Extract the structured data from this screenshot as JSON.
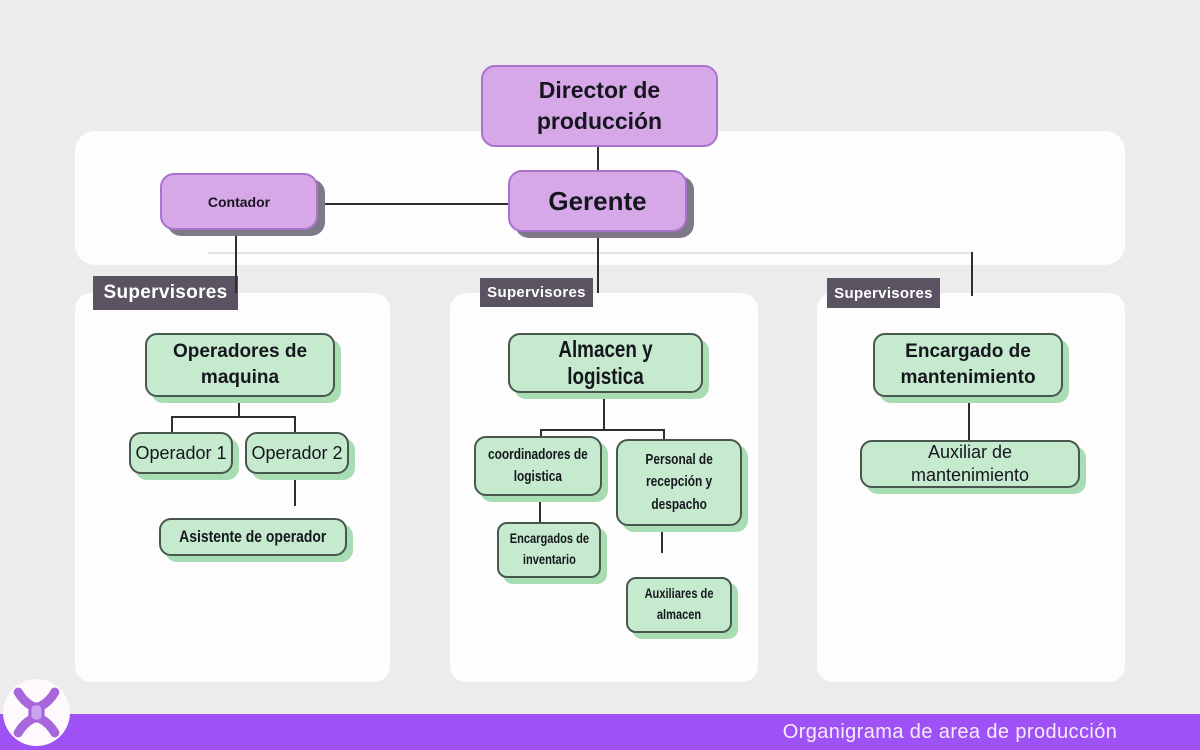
{
  "colors": {
    "bg": "#ececec",
    "panel": "#fdfdfd",
    "purple-fill": "#d7a8e8",
    "purple-border": "#a973cb",
    "shadow-purple": "#7f7888",
    "green-fill": "#c5eacd",
    "green-border": "#47574d",
    "shadow-green": "#a8ddb4",
    "badge-bg": "#5a5462",
    "bar-bg": "#9e52f5",
    "ink": "#16161f",
    "line-dark": "#2e2e2e",
    "line-light": "#e2e2e2",
    "footer-text": "#f6ecf8",
    "logo-purple": "#a766dc"
  },
  "org": {
    "director": {
      "label": "Director de\nproducción"
    },
    "gerente": {
      "label": "Gerente"
    },
    "contador": {
      "label": "Contador"
    },
    "sections": {
      "left": {
        "badge": "Supervisores",
        "header": "Operadores de\nmaquina",
        "operador1": "Operador 1",
        "operador2": "Operador 2",
        "asistente": "Asistente de operador"
      },
      "middle": {
        "badge": "Supervisores",
        "header": "Almacen y logistica",
        "coordinadores": "coordinadores de\nlogistica",
        "personal": "Personal de\nrecepción y\ndespacho",
        "encargados": "Encargados de\ninventario",
        "auxiliares": "Auxiliares de\nalmacen"
      },
      "right": {
        "badge": "Supervisores",
        "header": "Encargado de\nmantenimiento",
        "auxiliar": "Auxiliar de\nmantenimiento"
      }
    }
  },
  "footer": {
    "title": "Organigrama de area de producción"
  }
}
